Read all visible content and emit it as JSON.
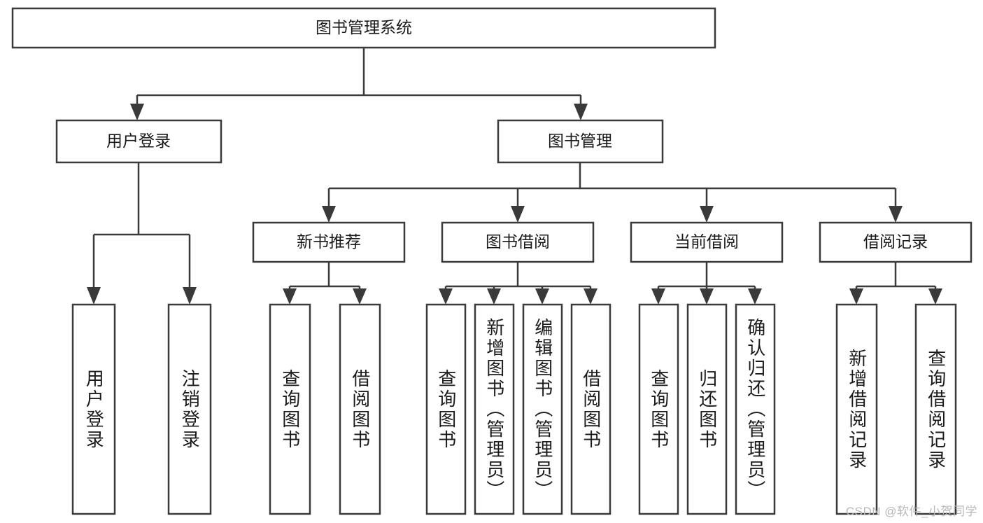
{
  "diagram": {
    "title": "图书管理系统",
    "watermark": "CSDN @软件_小贺同学",
    "style": {
      "box_fill": "#ffffff",
      "box_stroke": "#3a3a3a",
      "text_color": "#1a1a1a",
      "background": "#ffffff",
      "watermark_color": "#b9b9b9"
    },
    "root": {
      "label": "图书管理系统"
    },
    "level2": [
      {
        "label": "用户登录"
      },
      {
        "label": "图书管理"
      }
    ],
    "level3": [
      {
        "label": "新书推荐"
      },
      {
        "label": "图书借阅"
      },
      {
        "label": "当前借阅"
      },
      {
        "label": "借阅记录"
      }
    ],
    "leaves": {
      "user_login": [
        {
          "label": "用户登录"
        },
        {
          "label": "注销登录"
        }
      ],
      "new_book_recommend": [
        {
          "label": "查询图书"
        },
        {
          "label": "借阅图书"
        }
      ],
      "book_borrow": [
        {
          "label": "查询图书"
        },
        {
          "label": "新增图书（管理员）"
        },
        {
          "label": "编辑图书（管理员）"
        },
        {
          "label": "借阅图书"
        }
      ],
      "current_borrow": [
        {
          "label": "查询图书"
        },
        {
          "label": "归还图书"
        },
        {
          "label": "确认归还（管理员）"
        }
      ],
      "borrow_records": [
        {
          "label": "新增借阅记录"
        },
        {
          "label": "查询借阅记录"
        }
      ]
    }
  }
}
